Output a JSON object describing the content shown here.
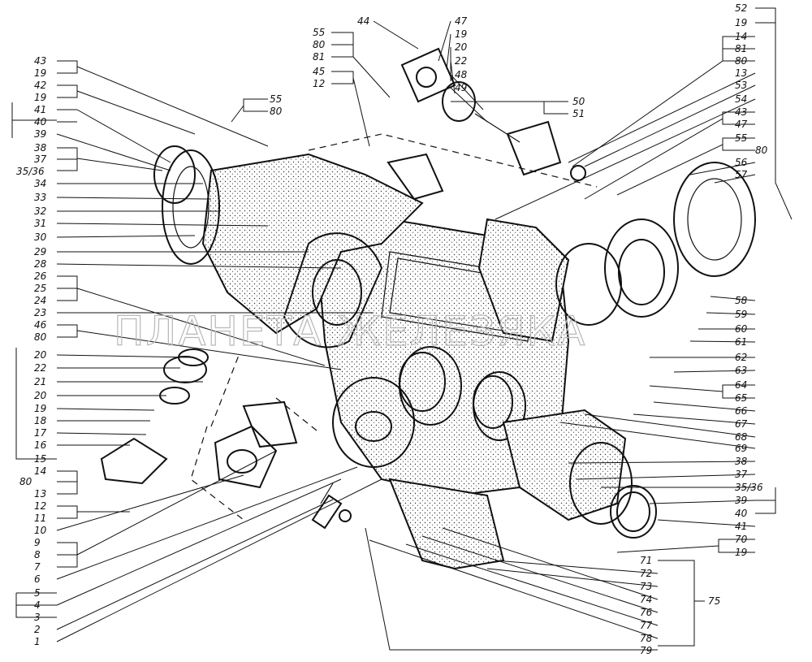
{
  "watermark": "ПЛАНЕТА ЖЕЛЕЗЯКА",
  "callouts": {
    "left": [
      "43",
      "19",
      "42",
      "19",
      "41",
      "40",
      "39",
      "38",
      "37",
      "35/36",
      "34",
      "33",
      "32",
      "31",
      "30",
      "29",
      "28",
      "26",
      "25",
      "24",
      "23",
      "46",
      "80",
      "20",
      "22",
      "21",
      "20",
      "19",
      "18",
      "17",
      "16",
      "15",
      "14",
      "80",
      "13",
      "12",
      "11",
      "10",
      "9",
      "8",
      "7",
      "6",
      "5",
      "4",
      "3",
      "2",
      "1"
    ],
    "top": [
      "55",
      "80",
      "81",
      "45",
      "12",
      "44",
      "47",
      "19",
      "20",
      "22",
      "48",
      "49",
      "50",
      "51",
      "55",
      "80"
    ],
    "right": [
      "52",
      "19",
      "14",
      "81",
      "80",
      "13",
      "53",
      "54",
      "43",
      "47",
      "55",
      "80",
      "56",
      "57",
      "58",
      "59",
      "60",
      "61",
      "62",
      "63",
      "64",
      "65",
      "66",
      "67",
      "68",
      "69",
      "38",
      "37",
      "35/36",
      "39",
      "40",
      "41",
      "70",
      "19"
    ],
    "bottom": [
      "71",
      "72",
      "73",
      "74",
      "75",
      "76",
      "77",
      "78",
      "79"
    ]
  }
}
